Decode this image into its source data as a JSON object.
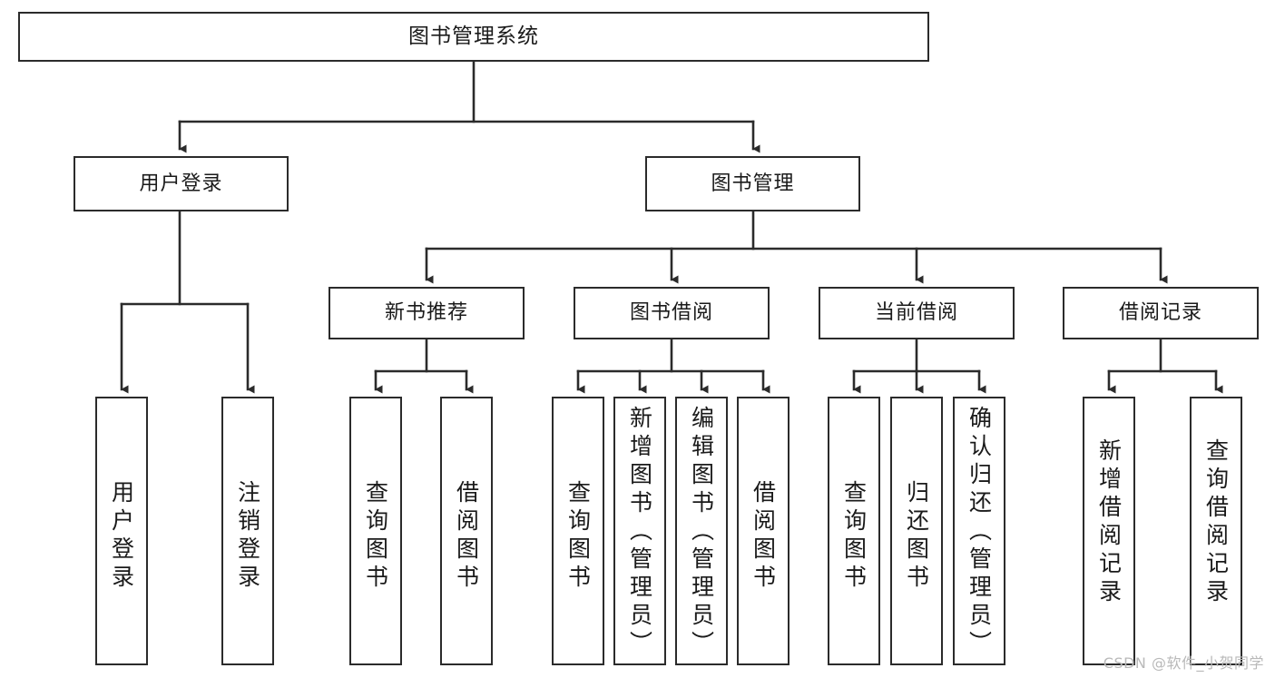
{
  "diagram": {
    "title": "图书管理系统",
    "type": "tree",
    "background": "#ffffff",
    "line_color": "#2b2b2b",
    "text_color": "#1a1a1a",
    "nodes": {
      "root": {
        "label": "图书管理系统"
      },
      "level2": [
        {
          "label": "用户登录"
        },
        {
          "label": "图书管理"
        }
      ],
      "level3": [
        {
          "label": "新书推荐"
        },
        {
          "label": "图书借阅"
        },
        {
          "label": "当前借阅"
        },
        {
          "label": "借阅记录"
        }
      ],
      "leaves": {
        "user_login": [
          {
            "label": "用户登录"
          },
          {
            "label": "注销登录"
          }
        ],
        "new_book_recommend": [
          {
            "label": "查询图书"
          },
          {
            "label": "借阅图书"
          }
        ],
        "book_borrow": [
          {
            "label": "查询图书"
          },
          {
            "label": "新增图书（管理员）"
          },
          {
            "label": "编辑图书（管理员）"
          },
          {
            "label": "借阅图书"
          }
        ],
        "current_borrow": [
          {
            "label": "查询图书"
          },
          {
            "label": "归还图书"
          },
          {
            "label": "确认归还（管理员）"
          }
        ],
        "borrow_record": [
          {
            "label": "新增借阅记录"
          },
          {
            "label": "查询借阅记录"
          }
        ]
      }
    }
  },
  "watermark": {
    "text": "CSDN @软件_小贺同学"
  }
}
